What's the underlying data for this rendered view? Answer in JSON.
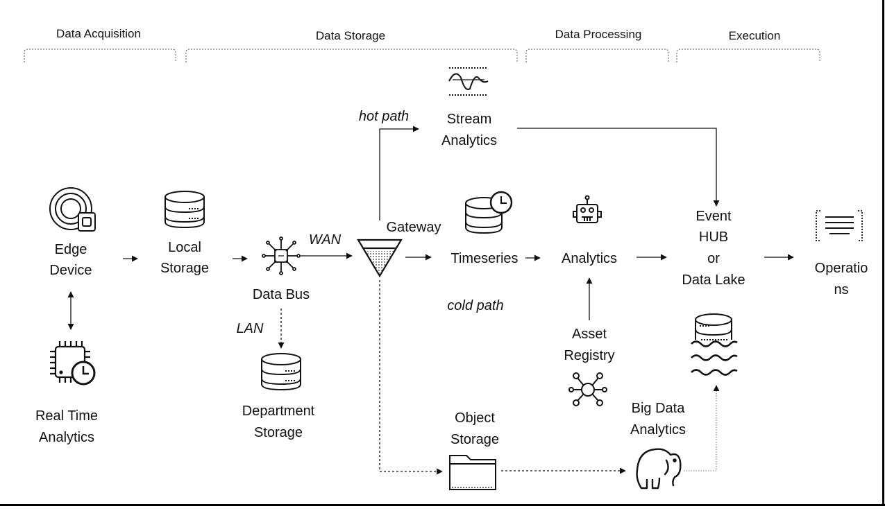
{
  "phases": {
    "acquisition": "Data Acquisition",
    "storage": "Data Storage",
    "processing": "Data Processing",
    "execution": "Execution"
  },
  "nodes": {
    "edge_device": [
      "Edge",
      "Device"
    ],
    "local_storage": [
      "Local",
      "Storage"
    ],
    "data_bus": "Data Bus",
    "department_storage": [
      "Department",
      "Storage"
    ],
    "real_time_analytics": [
      "Real Time",
      "Analytics"
    ],
    "gateway": "Gateway",
    "stream_analytics": [
      "Stream",
      "Analytics"
    ],
    "timeseries": "Timeseries",
    "analytics": "Analytics",
    "asset_registry": [
      "Asset",
      "Registry"
    ],
    "object_storage": [
      "Object",
      "Storage"
    ],
    "big_data_analytics": [
      "Big Data",
      "Analytics"
    ],
    "event_hub": [
      "Event",
      "HUB",
      "or",
      "Data Lake"
    ],
    "operations": [
      "Operatio",
      "ns"
    ]
  },
  "edge_labels": {
    "wan": "WAN",
    "lan": "LAN",
    "hot_path": "hot path",
    "cold_path": "cold path"
  },
  "icons": {
    "edge_device": "edge-device-icon",
    "local_storage": "database-icon",
    "data_bus": "chip-bus-icon",
    "department_storage": "database-icon",
    "real_time_analytics": "chip-clock-icon",
    "gateway": "funnel-gateway-icon",
    "stream_analytics": "waveform-icon",
    "timeseries": "database-clock-icon",
    "analytics": "robot-icon",
    "asset_registry": "network-hub-icon",
    "object_storage": "folder-icon",
    "big_data_analytics": "elephant-icon",
    "event_hub": "data-lake-icon",
    "operations": "document-list-icon"
  }
}
